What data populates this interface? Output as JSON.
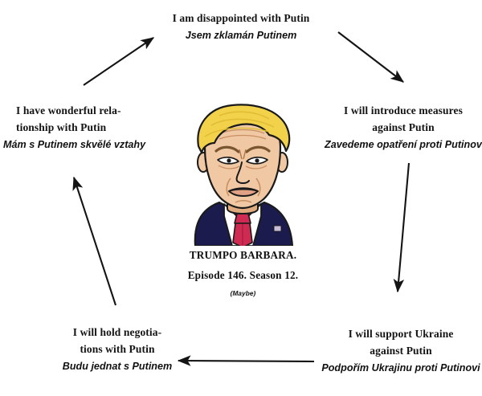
{
  "meme": {
    "title": "Trump Putin cycle meme",
    "background_color": "#ffffff",
    "line_color": "#111111"
  },
  "center": {
    "caption_line1": "TRUMPO BARBARA.",
    "caption_line2": "Episode 146. Season 12.",
    "caption_line3": "(Maybe)",
    "portrait_alt": "Cartoon portrait of Donald Trump",
    "colors": {
      "hair": "#f2d24b",
      "hair_shade": "#e0bd33",
      "skin": "#f0c9a4",
      "skin_shade": "#e0ab7e",
      "suit": "#1b1b4e",
      "suit_shade": "#12123a",
      "shirt": "#ffffff",
      "tie": "#cf2a52",
      "tie_shade": "#a81f41",
      "outline": "#1a1a1a"
    }
  },
  "nodes": [
    {
      "id": "top",
      "en": "I am disappointed with Putin",
      "cz": "Jsem zklamán Putinem"
    },
    {
      "id": "right-top",
      "en_line1": "I will introduce measures",
      "en_line2": "against Putin",
      "cz": "Zavedeme opatření proti Putinovi"
    },
    {
      "id": "right-bottom",
      "en_line1": "I will support Ukraine",
      "en_line2": "against Putin",
      "cz": "Podpořím Ukrajinu proti Putinovi"
    },
    {
      "id": "left-bottom",
      "en_line1": "I will hold negotia-",
      "en_line2": "tions with Putin",
      "cz": "Budu jednat s Putinem"
    },
    {
      "id": "left-top",
      "en_line1": "I have wonderful rela-",
      "en_line2": "tionship with Putin",
      "cz": "Mám s Putinem skvělé vztahy"
    }
  ],
  "arrows": [
    {
      "id": "arrow-left-top-to-top",
      "direction": "up-right"
    },
    {
      "id": "arrow-top-to-right-top",
      "direction": "down-right"
    },
    {
      "id": "arrow-right-top-to-right-bottom",
      "direction": "down"
    },
    {
      "id": "arrow-right-bottom-to-left-bottom",
      "direction": "left"
    },
    {
      "id": "arrow-left-bottom-to-left-top",
      "direction": "up"
    }
  ]
}
